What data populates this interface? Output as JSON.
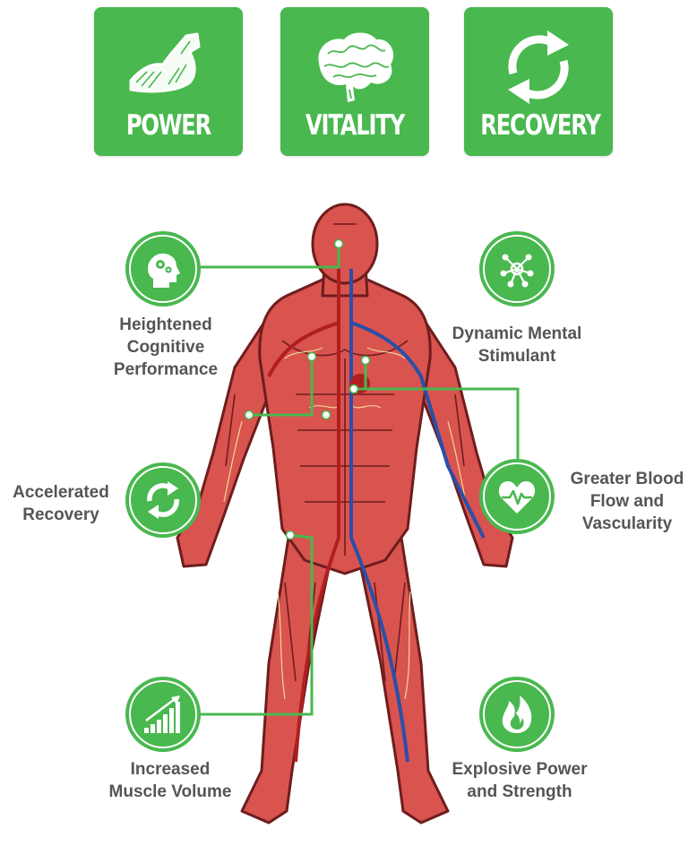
{
  "tiles": [
    {
      "label": "POWER",
      "icon": "flexed-arm-icon"
    },
    {
      "label": "VITALITY",
      "icon": "brain-icon"
    },
    {
      "label": "RECOVERY",
      "icon": "cycle-arrows-icon"
    }
  ],
  "benefits": {
    "cognitive": {
      "label": "Heightened\nCognitive\nPerformance",
      "icon": "head-gears-icon"
    },
    "mental": {
      "label": "Dynamic Mental\nStimulant",
      "icon": "network-nodes-icon"
    },
    "recovery": {
      "label": "Accelerated\nRecovery",
      "icon": "refresh-arrows-icon"
    },
    "blood": {
      "label": "Greater Blood\nFlow and\nVascularity",
      "icon": "heart-pulse-icon"
    },
    "muscle": {
      "label": "Increased\nMuscle Volume",
      "icon": "growth-bars-icon"
    },
    "power": {
      "label": "Explosive Power\nand Strength",
      "icon": "flame-icon"
    }
  },
  "colors": {
    "brand_green": "#49b84f",
    "muscle": "#d9534f",
    "muscle_outline": "#6e1d1d",
    "artery": "#b01e1e",
    "vein": "#2a4fa8",
    "nerve": "#f3e6a4",
    "label_gray": "#555555"
  }
}
